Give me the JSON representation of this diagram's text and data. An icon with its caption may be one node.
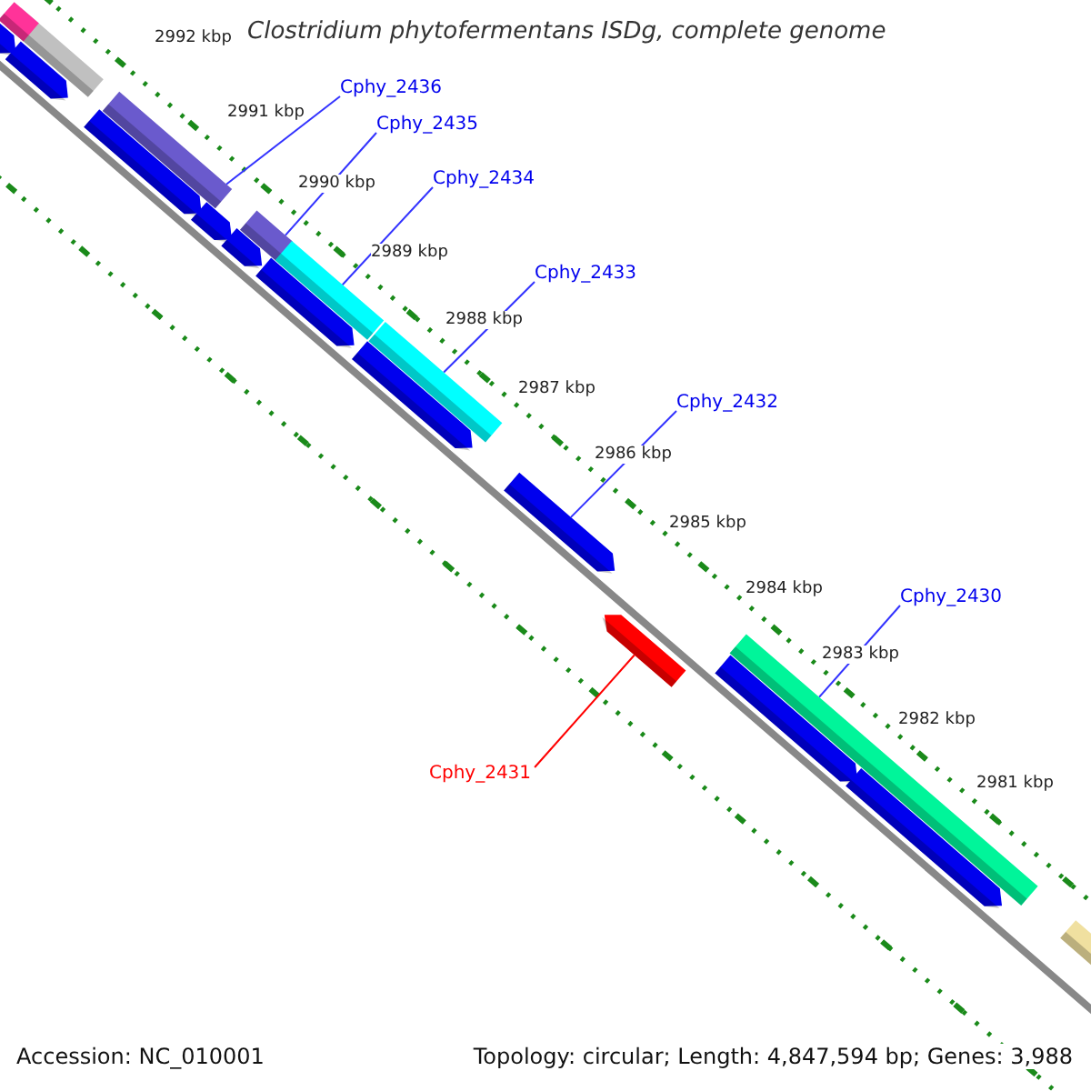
{
  "diagram": {
    "title": "Clostridium phytofermentans ISDg, complete genome",
    "nodes": [
      {
        "text": [
          "Cphy_2436"
        ]
      },
      {
        "text": [
          "Cphy_2435"
        ]
      },
      {
        "text": [
          "Cphy_2434"
        ]
      },
      {
        "text": [
          "Cphy_2433"
        ]
      },
      {
        "text": [
          "Cphy_2432"
        ]
      },
      {
        "text": [
          "Cphy_2430"
        ]
      },
      {
        "text": [
          "Cphy_2431"
        ]
      },
      {
        "text": [],
        "shape": "bar"
      },
      {
        "text": [],
        "shape": "bar"
      },
      {
        "text": [],
        "shape": "bar"
      },
      {
        "text": [],
        "shape": "bar"
      },
      {
        "text": [],
        "shape": "bar"
      },
      {
        "text": [],
        "shape": "bar"
      },
      {
        "text": [],
        "shape": "bar"
      }
    ],
    "edges": [
      {
        "from": 0,
        "to": 7,
        "arrow": "none"
      },
      {
        "from": 1,
        "to": 8,
        "arrow": "none"
      },
      {
        "from": 2,
        "to": 9,
        "arrow": "none"
      },
      {
        "from": 3,
        "to": 10,
        "arrow": "none"
      },
      {
        "from": 4,
        "to": 11,
        "arrow": "none"
      },
      {
        "from": 5,
        "to": 12,
        "arrow": "none"
      },
      {
        "from": 6,
        "to": 13,
        "arrow": "none",
        "color": "#ff0000"
      }
    ],
    "labels": [
      "2992 kbp",
      "2991 kbp",
      "2990 kbp",
      "2989 kbp",
      "2988 kbp",
      "2987 kbp",
      "2986 kbp",
      "2985 kbp",
      "2984 kbp",
      "2983 kbp",
      "2982 kbp",
      "2981 kbp",
      "Accession: NC_010001",
      "Topology: circular; Length: 4,847,594 bp; Genes: 3,988"
    ]
  }
}
